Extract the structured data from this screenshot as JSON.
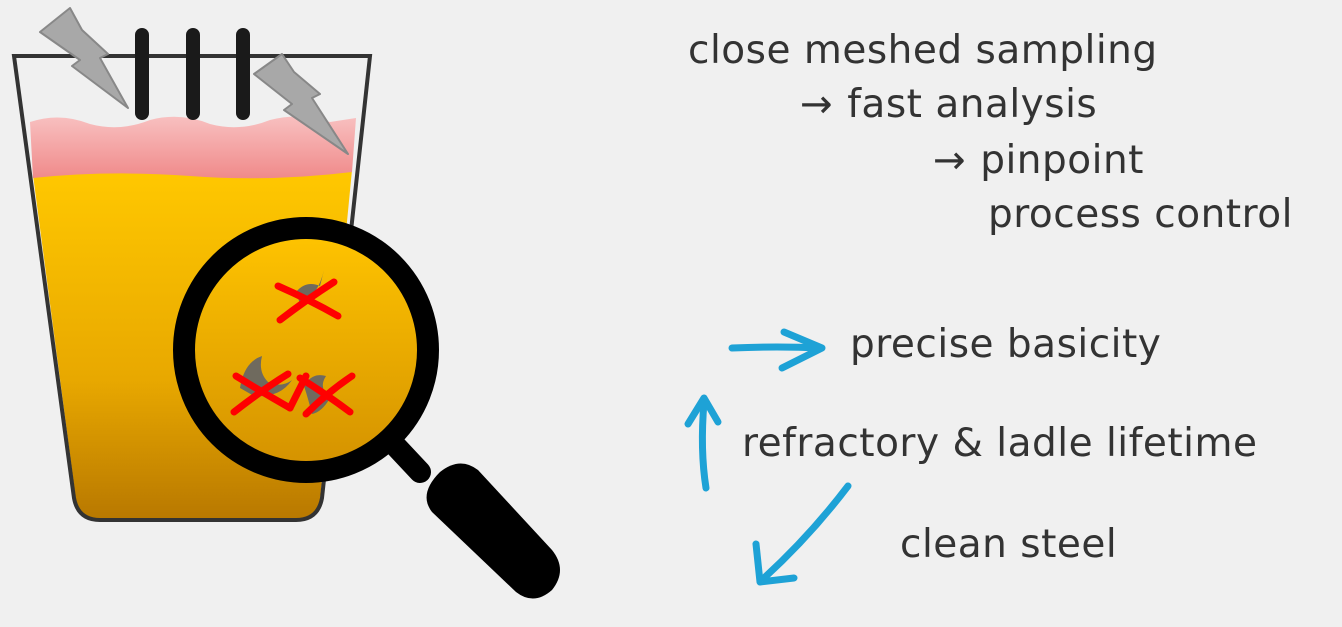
{
  "process_chain": {
    "step1": "close meshed sampling",
    "step2": "fast analysis",
    "step3": "pinpoint",
    "step4": "process control",
    "arrow": "→"
  },
  "benefit_cycle": {
    "item1": "precise basicity",
    "item2": "refractory & ladle lifetime",
    "item3": "clean steel"
  },
  "colors": {
    "background": "#f0f0f0",
    "text": "#333333",
    "steel": "#f5b800",
    "slag": "#f4a0a0",
    "cross": "#ff0000",
    "cycle_arrow": "#1ea2d6",
    "lightning": "#a0a0a0",
    "magnifier": "#000000"
  },
  "icons": {
    "ladle": "ladle-icon",
    "magnifier": "magnifying-glass-icon",
    "lightning": "lightning-icon",
    "probe": "probe-icon",
    "cross": "cross-mark-icon"
  }
}
